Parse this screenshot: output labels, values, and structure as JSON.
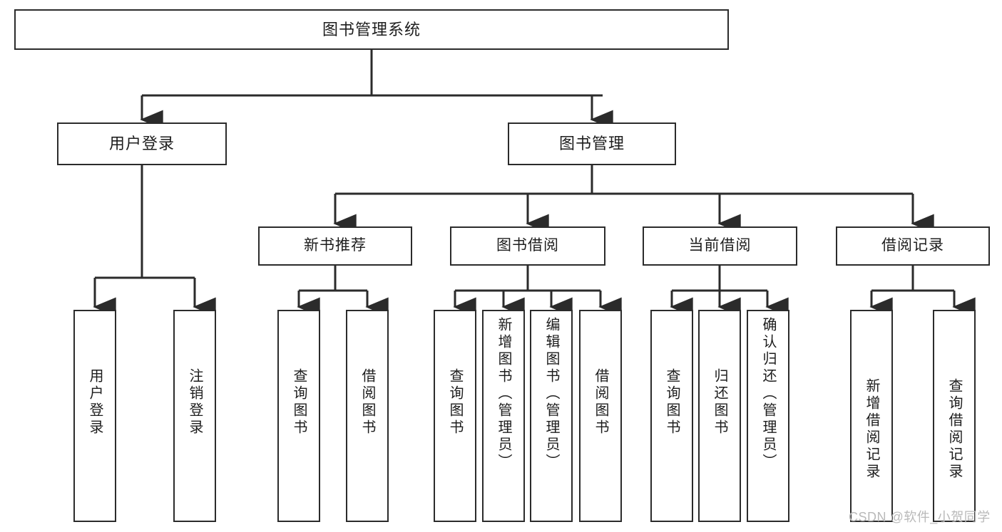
{
  "diagram": {
    "title": "图书管理系统",
    "type": "tree",
    "stroke_color": "#2b2b2b",
    "background_color": "#ffffff",
    "text_color": "#1d1d1d",
    "root": {
      "label": "图书管理系统"
    },
    "level2": [
      {
        "label": "用户登录"
      },
      {
        "label": "图书管理"
      }
    ],
    "level3": [
      {
        "label": "新书推荐"
      },
      {
        "label": "图书借阅"
      },
      {
        "label": "当前借阅"
      },
      {
        "label": "借阅记录"
      }
    ],
    "leaves": [
      {
        "label": "用户登录",
        "parent": "用户登录"
      },
      {
        "label": "注销登录",
        "parent": "用户登录"
      },
      {
        "label": "查询图书",
        "parent": "新书推荐"
      },
      {
        "label": "借阅图书",
        "parent": "新书推荐"
      },
      {
        "label": "查询图书",
        "parent": "图书借阅"
      },
      {
        "label": "新增图书（管理员）",
        "parent": "图书借阅"
      },
      {
        "label": "编辑图书（管理员）",
        "parent": "图书借阅"
      },
      {
        "label": "借阅图书",
        "parent": "图书借阅"
      },
      {
        "label": "查询图书",
        "parent": "当前借阅"
      },
      {
        "label": "归还图书",
        "parent": "当前借阅"
      },
      {
        "label": "确认归还（管理员）",
        "parent": "当前借阅"
      },
      {
        "label": "新增借阅记录",
        "parent": "借阅记录"
      },
      {
        "label": "查询借阅记录",
        "parent": "借阅记录"
      }
    ]
  },
  "watermark": {
    "text": "CSDN @软件_小贺同学"
  }
}
